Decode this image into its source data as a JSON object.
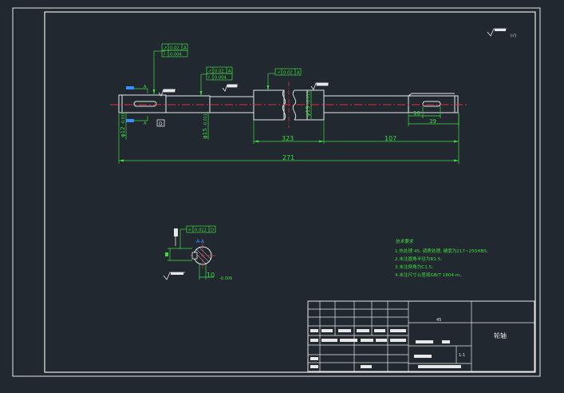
{
  "drawing": {
    "title_part_name": "轮轴",
    "material": "45",
    "scale": "1:1",
    "roughness_note": "(√)"
  },
  "dimensions": {
    "overall_length": "271",
    "middle_length": "323",
    "right_length": "107",
    "keyway_length": "10",
    "keyway_offset": "39",
    "dia_left": "φ12",
    "dia_left_tol": "-0.018",
    "dia_second": "φ15",
    "dia_second_tol": "-0.011",
    "dia_collar": "φ19",
    "dia_collar_tol": "-0.013",
    "section_keyway_width": "10",
    "section_keyway_tol": "-0.009"
  },
  "tolerances": {
    "runout_1": "0.02",
    "runout_1_ref": "A",
    "parallel_1": "0.004",
    "runout_2": "0.02",
    "runout_2_ref": "A",
    "parallel_2": "0.004",
    "runout_3": "0.02",
    "runout_3_ref": "A",
    "symmetry": "0.012",
    "symmetry_ref": "D",
    "datum_a": "A",
    "datum_d": "D",
    "section_label": "A-A"
  },
  "technical_requirements": {
    "heading": "技术要求",
    "lines": [
      "1.热处理 45, 调质处理, 硬度为217~255HBS;",
      "2.未注圆角半径为R1.5;",
      "3.未注倒角为C1.5;",
      "4.未注尺寸公差按GB/T 1804-m。"
    ]
  }
}
